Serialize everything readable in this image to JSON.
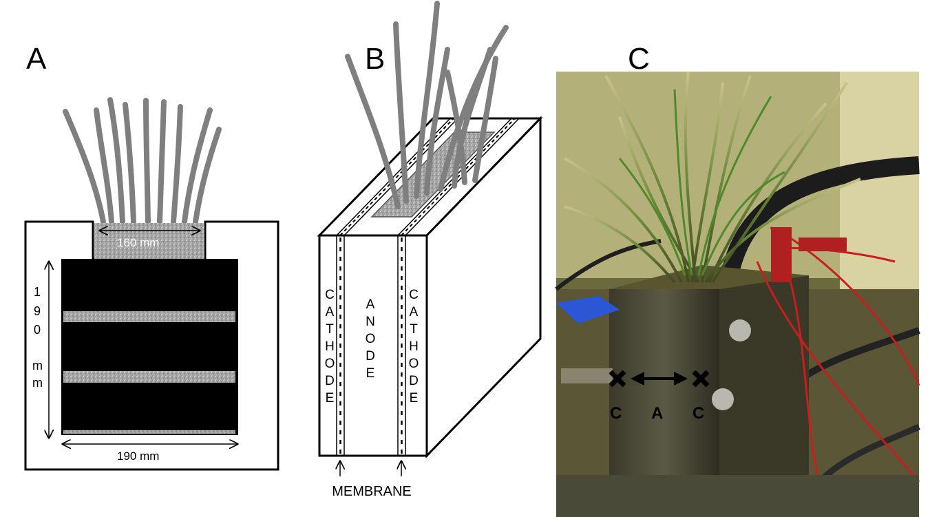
{
  "panels": {
    "a": {
      "letter": "A",
      "width_label": "160 mm",
      "height_label": "190 mm",
      "bottom_label": "190 mm"
    },
    "b": {
      "letter": "B",
      "cathode_left": "CATHODE",
      "anode": "ANODE",
      "cathode_right": "CATHODE",
      "membrane": "MEMBRANE"
    },
    "c": {
      "letter": "C",
      "label_left": "C",
      "label_mid": "A",
      "label_right": "C"
    }
  },
  "colors": {
    "electrode": "#000000",
    "granular": "#a9a9a9",
    "plant": "#7f7f7f",
    "outline": "#000000",
    "photo_bg": "#4a5a2a"
  }
}
